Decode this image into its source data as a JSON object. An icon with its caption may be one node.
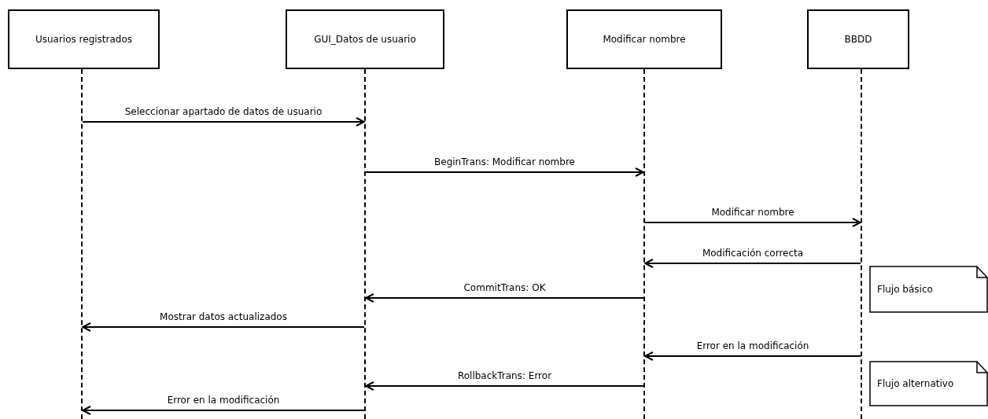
{
  "diagram": {
    "nodes": [
      {
        "text": [
          "Usuarios registrados"
        ]
      },
      {
        "text": [
          "GUI_Datos de usuario"
        ]
      },
      {
        "text": [
          "Modificar nombre"
        ]
      },
      {
        "text": [
          "BBDD"
        ]
      },
      {
        "text": [],
        "shape": "line"
      },
      {
        "text": [],
        "shape": "line"
      },
      {
        "text": [],
        "shape": "line"
      },
      {
        "text": [],
        "shape": "line"
      },
      {
        "text": [
          "Flujo básico"
        ]
      },
      {
        "text": [
          "Flujo alternativo"
        ]
      }
    ],
    "edges": [
      {
        "from": 4,
        "to": 5,
        "arrow": "to",
        "label": "Seleccionar apartado de datos de usuario"
      },
      {
        "from": 5,
        "to": 6,
        "arrow": "to",
        "label": "BeginTrans: Modificar nombre"
      },
      {
        "from": 6,
        "to": 7,
        "arrow": "to",
        "label": "Modificar nombre"
      },
      {
        "from": 7,
        "to": 6,
        "arrow": "to",
        "label": "Modificación correcta"
      },
      {
        "from": 6,
        "to": 5,
        "arrow": "to",
        "label": "CommitTrans: OK"
      },
      {
        "from": 5,
        "to": 4,
        "arrow": "to",
        "label": "Mostrar datos actualizados"
      },
      {
        "from": 7,
        "to": 6,
        "arrow": "to",
        "label": "Error en la modificación"
      },
      {
        "from": 6,
        "to": 5,
        "arrow": "to",
        "label": "RollbackTrans: Error"
      },
      {
        "from": 5,
        "to": 4,
        "arrow": "to",
        "label": "Error en la modificación"
      }
    ]
  }
}
